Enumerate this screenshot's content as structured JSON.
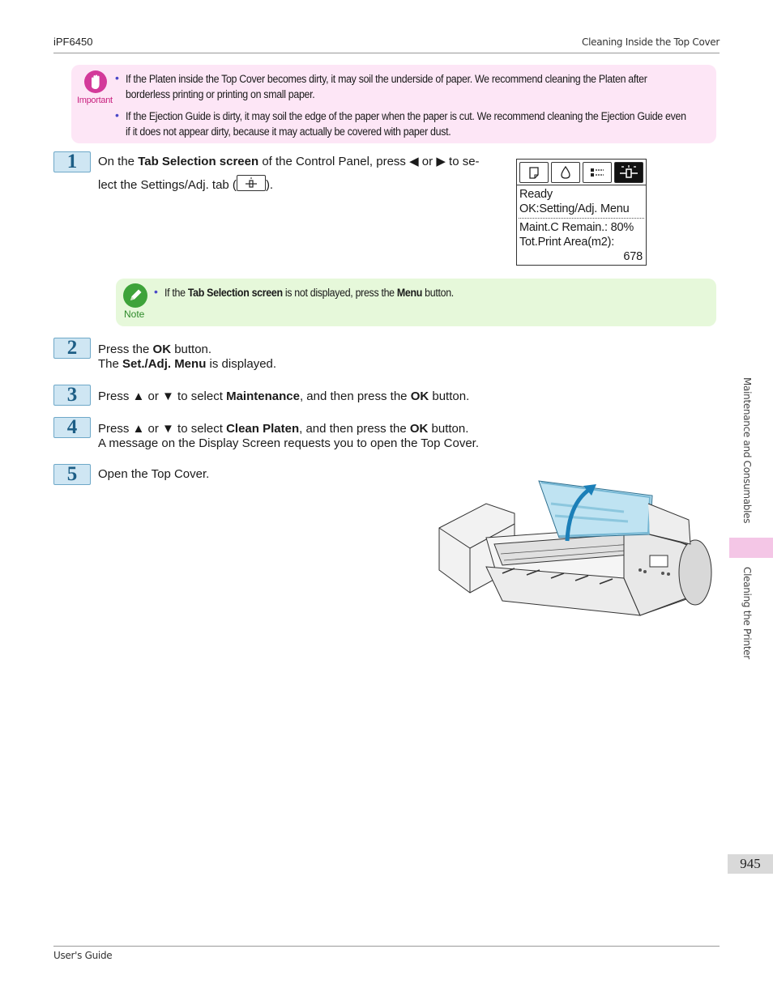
{
  "header": {
    "left": "iPF6450",
    "right": "Cleaning Inside the Top Cover"
  },
  "footer": {
    "left": "User's Guide"
  },
  "important": {
    "label": "Important",
    "items": [
      "If the Platen inside the Top Cover becomes dirty, it may soil the underside of paper. We recommend cleaning the Platen after borderless printing or printing on small paper.",
      "If the Ejection Guide is dirty, it may soil the edge of the paper when the paper is cut. We recommend cleaning the Ejection Guide even if it does not appear dirty, because it may actually be covered with paper dust."
    ]
  },
  "steps": {
    "s1": {
      "num": "1",
      "a": "On the ",
      "b": "Tab Selection screen",
      "c": " of the Control Panel, press ",
      "d": " or ",
      "e": " to se-",
      "f": "lect the Settings/Adj. tab (",
      "g": ")."
    },
    "s2": {
      "num": "2",
      "a": "Press the ",
      "b": "OK",
      "c": " button.",
      "d": "The ",
      "e": "Set./Adj. Menu",
      "f": " is displayed."
    },
    "s3": {
      "num": "3",
      "a": "Press ▲ or ▼ to select ",
      "b": "Maintenance",
      "c": ", and then press the ",
      "d": "OK",
      "e": " button."
    },
    "s4": {
      "num": "4",
      "a": "Press ▲ or ▼ to select ",
      "b": "Clean Platen",
      "c": ", and then press the ",
      "d": "OK",
      "e": " button.",
      "f": "A message on the Display Screen requests you to open the Top Cover."
    },
    "s5": {
      "num": "5",
      "a": "Open the Top Cover."
    }
  },
  "lcd": {
    "line1": "Ready",
    "line2": "OK:Setting/Adj. Menu",
    "line3": "Maint.C Remain.: 80%",
    "line4": "Tot.Print Area(m2):",
    "line5": "678",
    "tabs": [
      "paper-tab-icon",
      "ink-tab-icon",
      "settings-list-tab-icon",
      "settings-adj-tab-icon"
    ]
  },
  "note": {
    "label": "Note",
    "a": "If the ",
    "b": "Tab Selection screen",
    "c": " is not displayed, press the ",
    "d": "Menu",
    "e": " button."
  },
  "side_tabs": {
    "tab1": "Maintenance and Consumables",
    "tab2": "Cleaning the Printer"
  },
  "page_number": "945",
  "colors": {
    "important_bg": "#fde6f6",
    "note_bg": "#e6f8da",
    "step_bg": "#cfe6f3",
    "active_tab": "#f4c6e6"
  }
}
